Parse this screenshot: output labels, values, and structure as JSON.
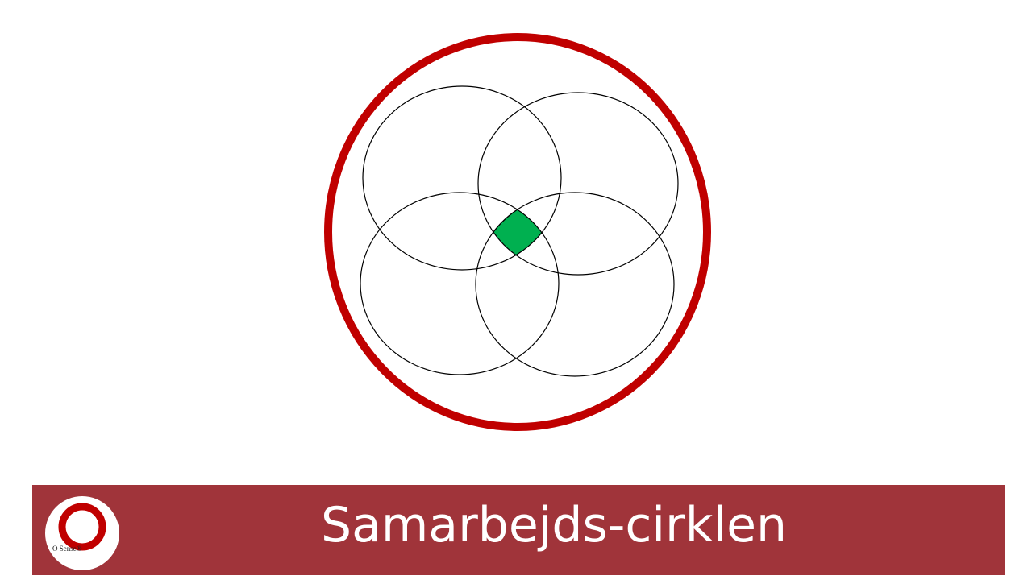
{
  "banner": {
    "title": "Samarbejds-cirklen",
    "color": "#a0343a",
    "logo": {
      "text": "O Sense®",
      "icon": "o-sense-ring-logo"
    }
  },
  "diagram": {
    "outer_ring_color": "#c00000",
    "circle_stroke_color": "#000000",
    "overlap_fill_color": "#00b050",
    "circle_count": 4
  }
}
